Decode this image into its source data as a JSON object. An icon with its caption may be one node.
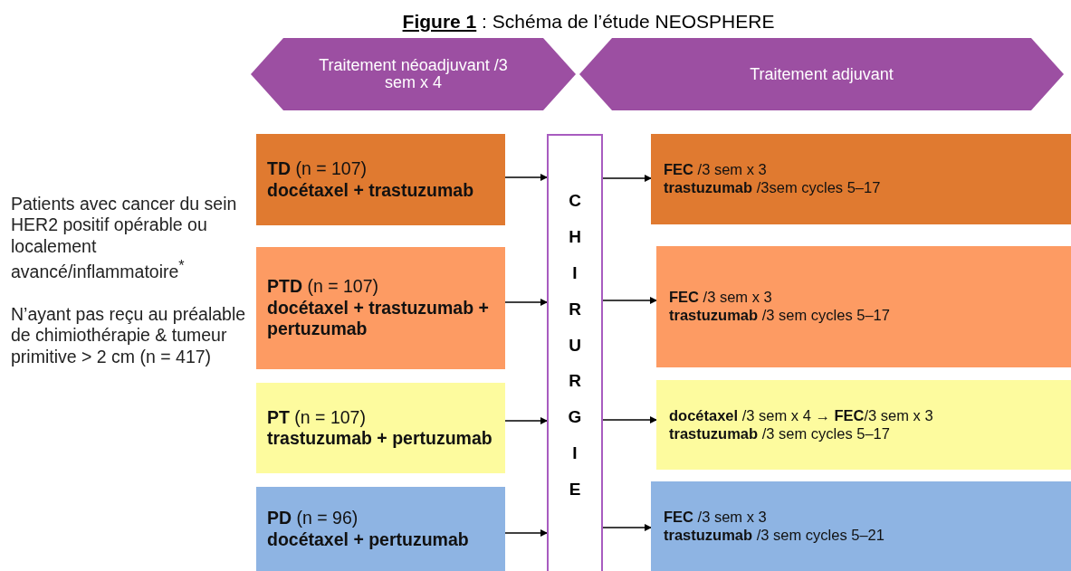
{
  "diagram": {
    "title": "**Figure 1** : Schéma de l’étude NEOSPHERE",
    "nodes": [
      {
        "text": [
          "Traitement néoadjuvant /3 sem x 4"
        ]
      },
      {
        "text": [
          "Traitement adjuvant"
        ]
      },
      {
        "text": [
          "**TD** (n = 107)",
          "docétaxel + trastuzumab"
        ]
      },
      {
        "text": [
          "**PTD** (n = 107)",
          "docétaxel + trastuzumab + pertuzumab"
        ]
      },
      {
        "text": [
          "**PT** (n = 107)",
          "trastuzumab + pertuzumab"
        ]
      },
      {
        "text": [
          "**PD** (n = 96)",
          "docétaxel + pertuzumab"
        ]
      },
      {
        "text": [
          "CHIRURGIE"
        ]
      },
      {
        "text": [
          "**FEC** /3 sem x 3",
          "**trastuzumab** /3sem cycles 5–17"
        ]
      },
      {
        "text": [
          "**FEC** /3 sem x 3",
          "**trastuzumab** /3 sem cycles 5–17"
        ]
      },
      {
        "text": [
          "**docétaxel** /3 sem x 4 → **FEC**/3 sem x 3",
          "**trastuzumab** /3 sem cycles 5–17"
        ]
      },
      {
        "text": [
          "**FEC** /3 sem x 3",
          "**trastuzumab** /3 sem cycles 5–21"
        ]
      }
    ],
    "edges": [
      {
        "from": 2,
        "to": 6,
        "arrow": "to"
      },
      {
        "from": 3,
        "to": 6,
        "arrow": "to"
      },
      {
        "from": 4,
        "to": 6,
        "arrow": "to"
      },
      {
        "from": 5,
        "to": 6,
        "arrow": "to"
      },
      {
        "from": 6,
        "to": 7,
        "arrow": "to"
      },
      {
        "from": 6,
        "to": 8,
        "arrow": "to"
      },
      {
        "from": 6,
        "to": 9,
        "arrow": "to"
      },
      {
        "from": 6,
        "to": 10,
        "arrow": "to"
      }
    ],
    "labels": [
      "Patients avec cancer du sein HER2 positif opérable ou localement avancé/inflammatoire$^{*}$",
      "N’ayant pas reçu au préalable de chimiothérapie & tumeur primitive > 2 cm (n = 417)"
    ]
  }
}
